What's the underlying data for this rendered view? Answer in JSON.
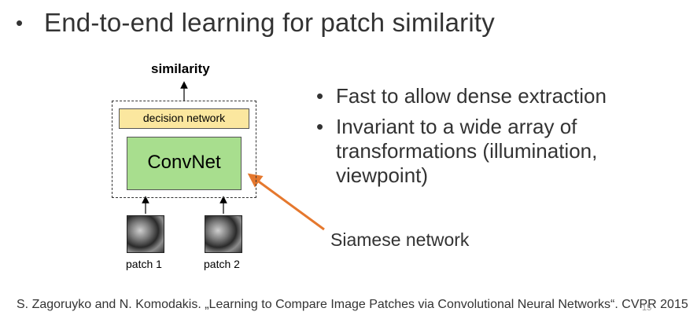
{
  "slide": {
    "title": "End-to-end learning for patch similarity",
    "bullet_char": "•"
  },
  "diagram": {
    "output_label": "similarity",
    "decision_label": "decision network",
    "convnet_label": "ConvNet",
    "patches": [
      {
        "label": "patch 1"
      },
      {
        "label": "patch 2"
      }
    ],
    "callout_label": "Siamese network",
    "colors": {
      "decision_fill": "#fbe79f",
      "convnet_fill": "#a8de8e",
      "callout_arrow": "#e5782e"
    }
  },
  "points": [
    {
      "line1": "Fast to allow dense extraction"
    },
    {
      "line1": "Invariant to a wide array of",
      "line2": "transformations (illumination,",
      "line3": "viewpoint)"
    }
  ],
  "footer": {
    "citation": "S. Zagoruyko and N. Komodakis. „Learning to Compare Image Patches via Convolutional Neural Networks“. CVPR 2015",
    "page": "15"
  }
}
